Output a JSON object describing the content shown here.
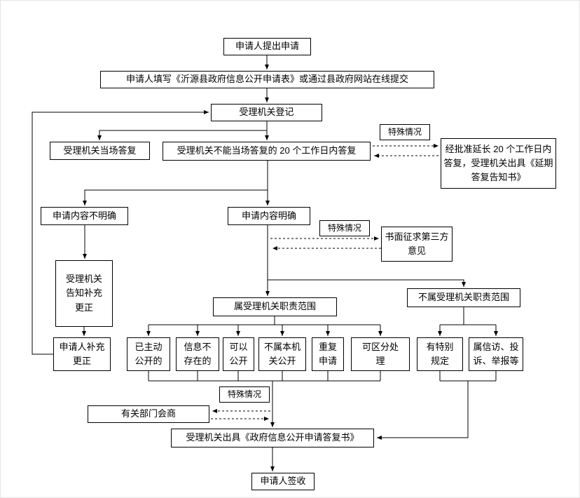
{
  "diagram": {
    "kind": "flowchart",
    "colors": {
      "line": "#000000",
      "box_border": "#000000",
      "background": "#ffffff",
      "text": "#000000"
    },
    "nodes": {
      "submit": {
        "label": "申请人提出申请"
      },
      "fill_form": {
        "label": "申请人填写《沂源县政府信息公开申请表》或通过县政府网站在线提交"
      },
      "register": {
        "label": "受理机关登记"
      },
      "onspot": {
        "label": "受理机关当场答复"
      },
      "days20": {
        "label": "受理机关不能当场答复的 20 个工作日内答复"
      },
      "special1": {
        "label": "特殊情况"
      },
      "extend": {
        "label": "经批准延长 20 个工作日内答复，受理机关出具《延期答复告知书》"
      },
      "unclear": {
        "label": "申请内容不明确"
      },
      "clear": {
        "label": "申请内容明确"
      },
      "special2": {
        "label": "特殊情况"
      },
      "thirdparty": {
        "label": "书面征求第三方意见"
      },
      "notify": {
        "label": "受理机关告知补充更正"
      },
      "inscope": {
        "label": "属受理机关职责范围"
      },
      "outscope": {
        "label": "不属受理机关职责范围"
      },
      "supplement": {
        "label": "申请人补充更正"
      },
      "published": {
        "label": "已主动公开的"
      },
      "notexist": {
        "label": "信息不存在的"
      },
      "canopen": {
        "label": "可以公开"
      },
      "notthis": {
        "label": "不属本机关公开"
      },
      "repeat": {
        "label": "重复申请"
      },
      "separable": {
        "label": "可区分处理"
      },
      "specialrule": {
        "label": "有特别规定"
      },
      "petition": {
        "label": "属信访、投诉、举报等"
      },
      "special3": {
        "label": "特殊情况"
      },
      "consult": {
        "label": "有关部门会商"
      },
      "reply": {
        "label": "受理机关出具《政府信息公开申请答复书》"
      },
      "receipt": {
        "label": "申请人签收"
      }
    }
  }
}
